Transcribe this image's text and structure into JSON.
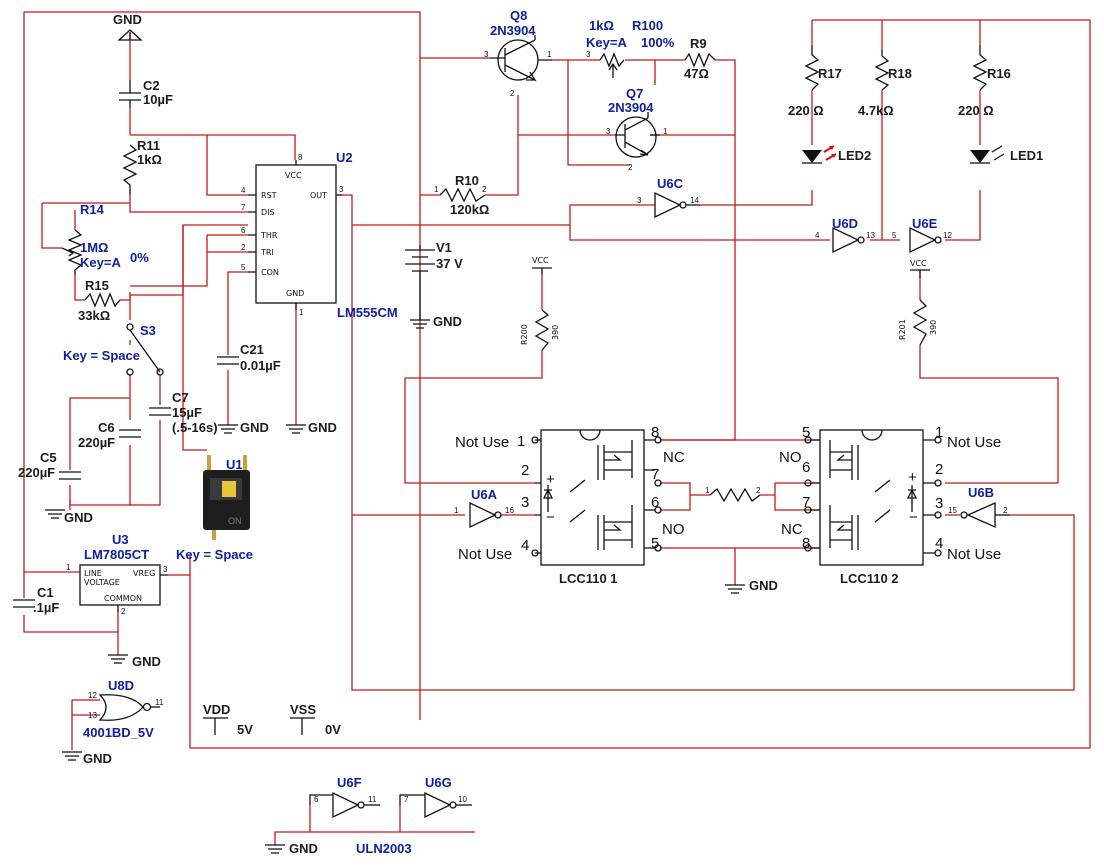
{
  "gnd_label": "GND",
  "vcc_label": "VCC",
  "c2": {
    "ref": "C2",
    "value": "10µF"
  },
  "r11": {
    "ref": "R11",
    "value": "1kΩ"
  },
  "r14": {
    "ref": "R14",
    "value": "1MΩ",
    "key": "Key=A",
    "percent": "0%"
  },
  "r15": {
    "ref": "R15",
    "value": "33kΩ"
  },
  "s3": {
    "ref": "S3",
    "key": "Key = Space"
  },
  "c6": {
    "ref": "C6",
    "value": "220µF"
  },
  "c7": {
    "ref": "C7",
    "value": "15µF",
    "note": "(.5-16s)"
  },
  "c5": {
    "ref": "C5",
    "value": "220µF"
  },
  "c21": {
    "ref": "C21",
    "value": "0.01µF"
  },
  "u2": {
    "ref": "U2",
    "part": "LM555CM",
    "pins": {
      "rst": "RST",
      "dis": "DIS",
      "thr": "THR",
      "tri": "TRI",
      "con": "CON",
      "vcc": "VCC",
      "out": "OUT",
      "gnd": "GND"
    }
  },
  "u1": {
    "ref": "U1",
    "key": "Key = Space",
    "switch_text": "ON"
  },
  "u3": {
    "ref": "U3",
    "part": "LM7805CT",
    "line": "LINE",
    "voltage": "VOLTAGE",
    "vreg": "VREG",
    "common": "COMMON"
  },
  "c1": {
    "ref": "C1",
    "value": ".1µF"
  },
  "u8d": {
    "ref": "U8D",
    "part": "4001BD_5V"
  },
  "vdd": {
    "ref": "VDD",
    "value": "5V"
  },
  "vss": {
    "ref": "VSS",
    "value": "0V"
  },
  "q8": {
    "ref": "Q8",
    "part": "2N3904"
  },
  "q7": {
    "ref": "Q7",
    "part": "2N3904"
  },
  "r100": {
    "ref": "R100",
    "value": "1kΩ",
    "key": "Key=A",
    "percent": "100%"
  },
  "r9": {
    "ref": "R9",
    "value": "47Ω"
  },
  "r10": {
    "ref": "R10",
    "value": "120kΩ"
  },
  "v1": {
    "ref": "V1",
    "value": "37 V"
  },
  "u6c": {
    "ref": "U6C"
  },
  "u6d": {
    "ref": "U6D"
  },
  "u6e": {
    "ref": "U6E"
  },
  "u6a": {
    "ref": "U6A"
  },
  "u6b": {
    "ref": "U6B"
  },
  "u6f": {
    "ref": "U6F"
  },
  "u6g": {
    "ref": "U6G"
  },
  "uln": {
    "part": "ULN2003"
  },
  "r17": {
    "ref": "R17",
    "value": "220 Ω"
  },
  "r18": {
    "ref": "R18",
    "value": "4.7kΩ"
  },
  "r16": {
    "ref": "R16",
    "value": "220 Ω"
  },
  "led2": {
    "ref": "LED2"
  },
  "led1": {
    "ref": "LED1"
  },
  "r200": {
    "ref": "R200",
    "value": "390"
  },
  "r201": {
    "ref": "R201",
    "value": "390"
  },
  "lcc1": {
    "ref": "LCC110 1",
    "not_use": "Not Use",
    "nc": "NC",
    "no": "NO",
    "plus": "+",
    "minus": "−"
  },
  "lcc2": {
    "ref": "LCC110 2",
    "not_use": "Not Use",
    "nc": "NC",
    "no": "NO",
    "plus": "+",
    "minus": "−"
  }
}
